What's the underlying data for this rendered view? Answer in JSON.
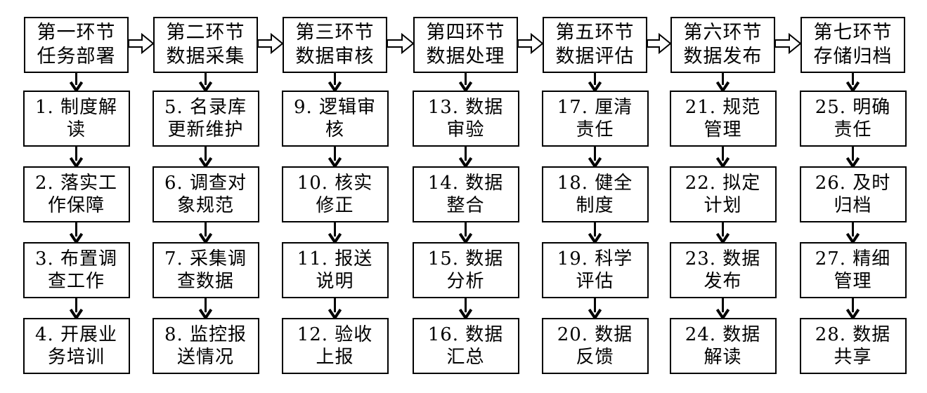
{
  "stages": [
    {
      "title": [
        "第一环节",
        "任务部署"
      ],
      "steps": [
        [
          "1. 制度解",
          "读"
        ],
        [
          "2. 落实工",
          "作保障"
        ],
        [
          "3. 布置调",
          "查工作"
        ],
        [
          "4. 开展业",
          "务培训"
        ]
      ]
    },
    {
      "title": [
        "第二环节",
        "数据采集"
      ],
      "steps": [
        [
          "5. 名录库",
          "更新维护"
        ],
        [
          "6. 调查对",
          "象规范"
        ],
        [
          "7. 采集调",
          "查数据"
        ],
        [
          "8. 监控报",
          "送情况"
        ]
      ]
    },
    {
      "title": [
        "第三环节",
        "数据审核"
      ],
      "steps": [
        [
          "9. 逻辑审",
          "核"
        ],
        [
          "10. 核实",
          "修正"
        ],
        [
          "11. 报送",
          "说明"
        ],
        [
          "12. 验收",
          "上报"
        ]
      ]
    },
    {
      "title": [
        "第四环节",
        "数据处理"
      ],
      "steps": [
        [
          "13. 数据",
          "审验"
        ],
        [
          "14. 数据",
          "整合"
        ],
        [
          "15. 数据",
          "分析"
        ],
        [
          "16. 数据",
          "汇总"
        ]
      ]
    },
    {
      "title": [
        "第五环节",
        "数据评估"
      ],
      "steps": [
        [
          "17. 厘清",
          "责任"
        ],
        [
          "18. 健全",
          "制度"
        ],
        [
          "19. 科学",
          "评估"
        ],
        [
          "20. 数据",
          "反馈"
        ]
      ]
    },
    {
      "title": [
        "第六环节",
        "数据发布"
      ],
      "steps": [
        [
          "21. 规范",
          "管理"
        ],
        [
          "22. 拟定",
          "计划"
        ],
        [
          "23. 数据",
          "发布"
        ],
        [
          "24. 数据",
          "解读"
        ]
      ]
    },
    {
      "title": [
        "第七环节",
        "存储归档"
      ],
      "steps": [
        [
          "25. 明确",
          "责任"
        ],
        [
          "26. 及时",
          "归档"
        ],
        [
          "27. 精细",
          "管理"
        ],
        [
          "28. 数据",
          "共享"
        ]
      ]
    }
  ]
}
